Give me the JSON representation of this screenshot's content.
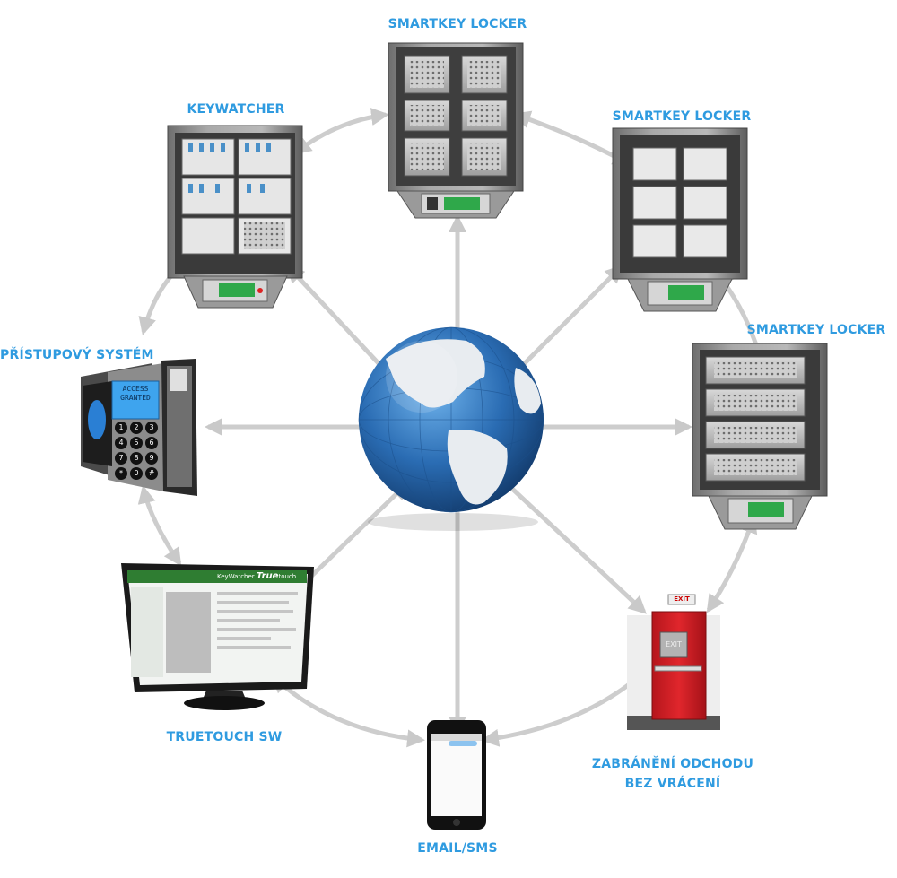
{
  "labels": {
    "smartkey_top": "SMARTKEY LOCKER",
    "keywatcher": "KEYWATCHER",
    "smartkey_right": "SMARTKEY LOCKER",
    "smartkey_right2": "SMARTKEY LOCKER",
    "access": "PŘÍSTUPOVÝ SYSTÉM",
    "truetouch": "TRUETOUCH SW",
    "email": "EMAIL/SMS",
    "exit_line1": "ZABRÁNĚNÍ ODCHODU",
    "exit_line2": "BEZ VRÁCENÍ"
  },
  "device_text": {
    "access_screen_1": "ACCESS",
    "access_screen_2": "GRANTED",
    "keypad": [
      "1",
      "2",
      "3",
      "4",
      "5",
      "6",
      "7",
      "8",
      "9",
      "*",
      "0",
      "#"
    ],
    "exit_sign": "EXIT",
    "exit_plate": "EXIT",
    "sw_brand": "KeyWatcher",
    "sw_logo": "True",
    "sw_logo2": "touch"
  },
  "colors": {
    "label": "#2f9be0",
    "arrow": "#c9c9c9",
    "globe": "#2a6cb3",
    "door": "#d9262b"
  }
}
